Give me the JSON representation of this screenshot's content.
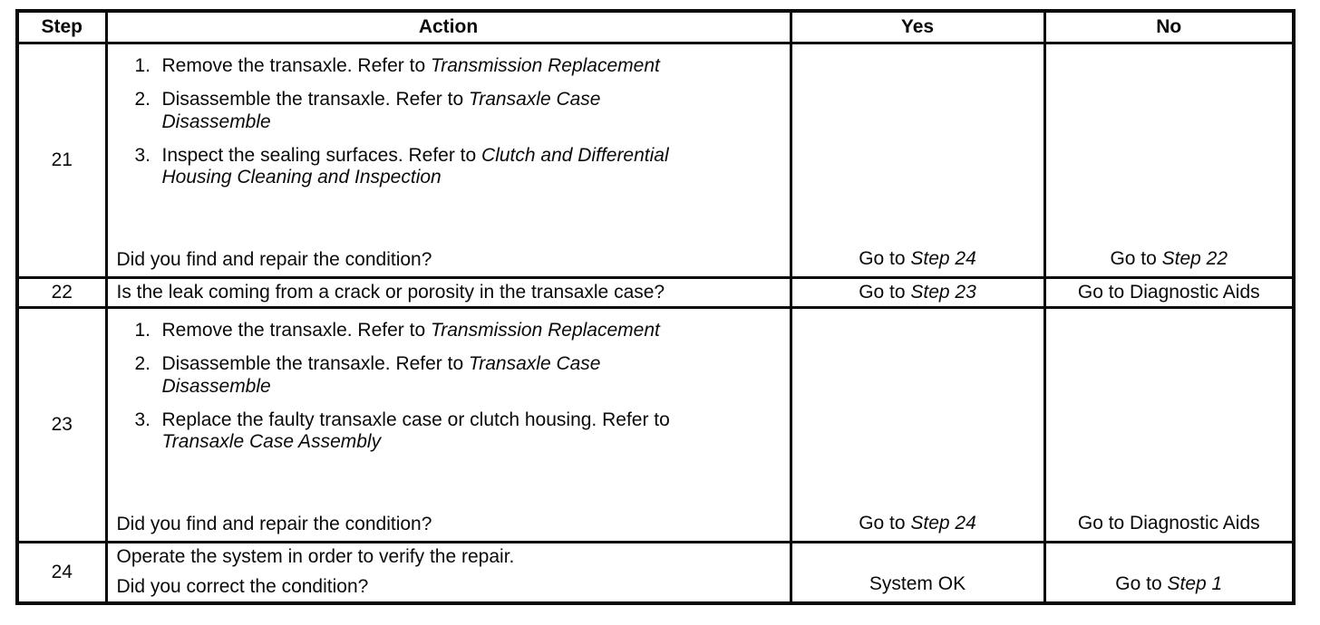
{
  "table": {
    "headers": {
      "step": "Step",
      "action": "Action",
      "yes": "Yes",
      "no": "No"
    },
    "rows": [
      {
        "step": "21",
        "items": [
          {
            "num": "1.",
            "pre": "Remove the transaxle. Refer to ",
            "ref": "Transmission Replacement"
          },
          {
            "num": "2.",
            "pre": "Disassemble the transaxle. Refer to ",
            "ref": "Transaxle Case\nDisassemble"
          },
          {
            "num": "3.",
            "pre": "Inspect the sealing surfaces. Refer to ",
            "ref": "Clutch and Differential\nHousing Cleaning and Inspection"
          }
        ],
        "question": "Did you find and repair the condition?",
        "yes_pre": "Go to ",
        "yes_ref": "Step 24",
        "no_pre": "Go to ",
        "no_ref": "Step 22"
      },
      {
        "step": "22",
        "question": "Is the leak coming from a crack or porosity in the transaxle case?",
        "yes_pre": "Go to ",
        "yes_ref": "Step 23",
        "no_pre": "Go to Diagnostic Aids",
        "no_ref": ""
      },
      {
        "step": "23",
        "items": [
          {
            "num": "1.",
            "pre": "Remove the transaxle. Refer to ",
            "ref": "Transmission Replacement"
          },
          {
            "num": "2.",
            "pre": "Disassemble the transaxle. Refer to ",
            "ref": "Transaxle Case\nDisassemble"
          },
          {
            "num": "3.",
            "pre": "Replace the faulty transaxle case or clutch housing. Refer to\n",
            "ref": "Transaxle Case Assembly"
          }
        ],
        "question": "Did you find and repair the condition?",
        "yes_pre": "Go to ",
        "yes_ref": "Step 24",
        "no_pre": "Go to Diagnostic Aids",
        "no_ref": ""
      },
      {
        "step": "24",
        "line1": "Operate the system in order to verify the repair.",
        "question": "Did you correct the condition?",
        "yes_pre": "System OK",
        "yes_ref": "",
        "no_pre": "Go to ",
        "no_ref": "Step 1"
      }
    ]
  }
}
